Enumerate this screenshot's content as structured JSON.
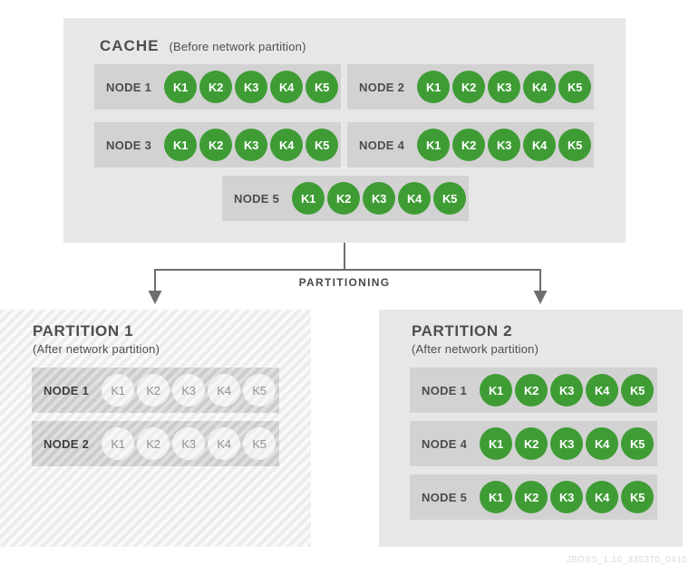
{
  "colors": {
    "key_green": "#3f9c35",
    "connector_gray": "#6e6e6e"
  },
  "cache": {
    "title": "CACHE",
    "subtitle": "(Before network partition)",
    "rows": [
      {
        "label": "NODE 1",
        "keys": [
          "K1",
          "K2",
          "K3",
          "K4",
          "K5"
        ]
      },
      {
        "label": "NODE 2",
        "keys": [
          "K1",
          "K2",
          "K3",
          "K4",
          "K5"
        ]
      },
      {
        "label": "NODE 3",
        "keys": [
          "K1",
          "K2",
          "K3",
          "K4",
          "K5"
        ]
      },
      {
        "label": "NODE 4",
        "keys": [
          "K1",
          "K2",
          "K3",
          "K4",
          "K5"
        ]
      },
      {
        "label": "NODE 5",
        "keys": [
          "K1",
          "K2",
          "K3",
          "K4",
          "K5"
        ]
      }
    ]
  },
  "connector": {
    "label": "PARTITIONING"
  },
  "partitions": [
    {
      "title": "PARTITION 1",
      "subtitle": "(After network partition)",
      "rows": [
        {
          "label": "NODE 1",
          "keys": [
            "K1",
            "K2",
            "K3",
            "K4",
            "K5"
          ]
        },
        {
          "label": "NODE 2",
          "keys": [
            "K1",
            "K2",
            "K3",
            "K4",
            "K5"
          ]
        }
      ]
    },
    {
      "title": "PARTITION 2",
      "subtitle": "(After network partition)",
      "rows": [
        {
          "label": "NODE 1",
          "keys": [
            "K1",
            "K2",
            "K3",
            "K4",
            "K5"
          ]
        },
        {
          "label": "NODE 4",
          "keys": [
            "K1",
            "K2",
            "K3",
            "K4",
            "K5"
          ]
        },
        {
          "label": "NODE 5",
          "keys": [
            "K1",
            "K2",
            "K3",
            "K4",
            "K5"
          ]
        }
      ]
    }
  ],
  "watermark": "JBOSS_1.10_335370_0415"
}
